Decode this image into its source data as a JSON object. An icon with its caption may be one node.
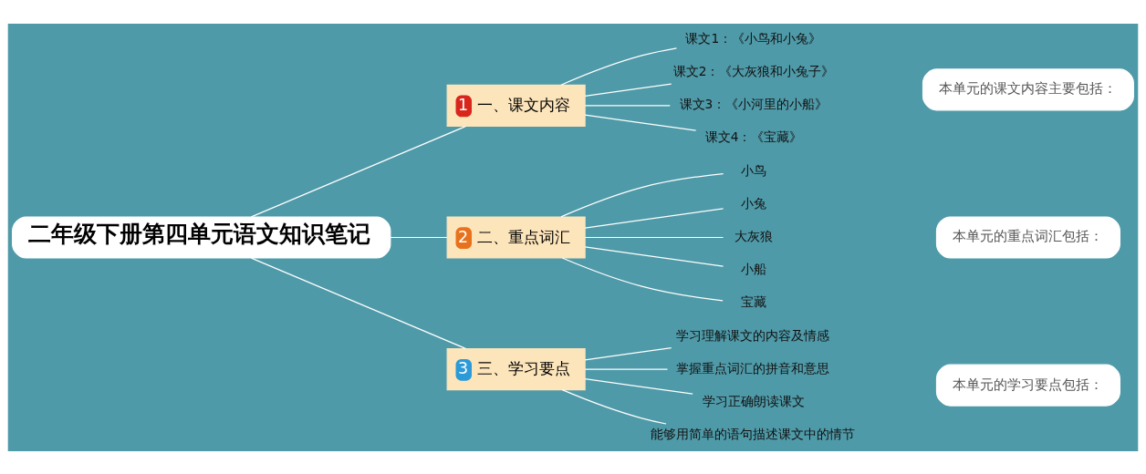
{
  "diagram": {
    "nodes": [
      {
        "text": [
          "二年级下册第四单元语文知识笔记"
        ]
      },
      {
        "text": [
          "1",
          "一、课文内容"
        ]
      },
      {
        "text": [
          "课文1：《小鸟和小兔》"
        ]
      },
      {
        "text": [
          "课文2：《大灰狼和小兔子》"
        ]
      },
      {
        "text": [
          "课文3：《小河里的小船》"
        ]
      },
      {
        "text": [
          "课文4：《宝藏》"
        ]
      },
      {
        "text": [
          "本单元的课文内容主要包括："
        ]
      },
      {
        "text": [
          "2",
          "二、重点词汇"
        ]
      },
      {
        "text": [
          "小鸟"
        ]
      },
      {
        "text": [
          "小兔"
        ]
      },
      {
        "text": [
          "大灰狼"
        ]
      },
      {
        "text": [
          "小船"
        ]
      },
      {
        "text": [
          "宝藏"
        ]
      },
      {
        "text": [
          "本单元的重点词汇包括："
        ]
      },
      {
        "text": [
          "3",
          "三、学习要点"
        ]
      },
      {
        "text": [
          "学习理解课文的内容及情感"
        ]
      },
      {
        "text": [
          "掌握重点词汇的拼音和意思"
        ]
      },
      {
        "text": [
          "学习正确朗读课文"
        ]
      },
      {
        "text": [
          "能够用简单的语句描述课文中的情节"
        ]
      },
      {
        "text": [
          "本单元的学习要点包括："
        ]
      }
    ],
    "edges": [
      {
        "from": 0,
        "to": 1,
        "arrow": "none"
      },
      {
        "from": 0,
        "to": 7,
        "arrow": "none"
      },
      {
        "from": 0,
        "to": 14,
        "arrow": "none"
      },
      {
        "from": 1,
        "to": 2,
        "arrow": "none"
      },
      {
        "from": 1,
        "to": 3,
        "arrow": "none"
      },
      {
        "from": 1,
        "to": 4,
        "arrow": "none"
      },
      {
        "from": 1,
        "to": 5,
        "arrow": "none"
      },
      {
        "from": 7,
        "to": 8,
        "arrow": "none"
      },
      {
        "from": 7,
        "to": 9,
        "arrow": "none"
      },
      {
        "from": 7,
        "to": 10,
        "arrow": "none"
      },
      {
        "from": 7,
        "to": 11,
        "arrow": "none"
      },
      {
        "from": 7,
        "to": 12,
        "arrow": "none"
      },
      {
        "from": 14,
        "to": 15,
        "arrow": "none"
      },
      {
        "from": 14,
        "to": 16,
        "arrow": "none"
      },
      {
        "from": 14,
        "to": 17,
        "arrow": "none"
      },
      {
        "from": 14,
        "to": 18,
        "arrow": "none"
      }
    ]
  }
}
